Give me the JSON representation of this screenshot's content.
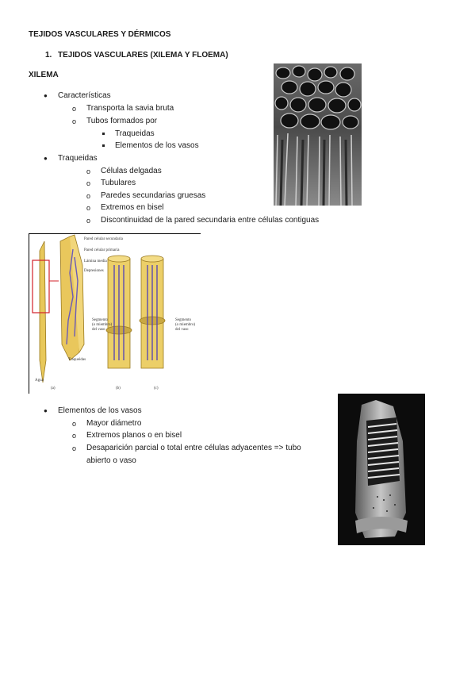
{
  "title": "TEJIDOS VASCULARES Y DÉRMICOS",
  "section1": {
    "number": "1.",
    "label": "TEJIDOS VASCULARES (XILEMA Y FLOEMA)"
  },
  "subsection": "XILEMA",
  "caracteristicas": {
    "label": "Características",
    "items": [
      "Transporta la savia bruta",
      "Tubos formados por"
    ],
    "subitems": [
      "Traqueidas",
      "Elementos de los vasos"
    ]
  },
  "traqueidas": {
    "label": "Traqueidas",
    "items": [
      "Células delgadas",
      "Tubulares",
      "Paredes secundarias gruesas",
      "Extremos en bisel",
      "Discontinuidad de la pared secundaria entre células contiguas"
    ]
  },
  "figure": {
    "labels": [
      "Pared celular secundaria",
      "Pared celular primaria",
      "Lámina media",
      "Depresiones"
    ],
    "traqueidas_label": "Traqueidas",
    "agua_label": "Agua",
    "segmento_label_1": [
      "Segmento",
      "(o miembro)",
      "del vaso"
    ],
    "segmento_label_2": [
      "Segmento",
      "(o miembro)",
      "del vaso"
    ],
    "panel_a": "(a)",
    "panel_b": "(b)",
    "panel_c": "(c)"
  },
  "elementos": {
    "label": "Elementos de los vasos",
    "items": [
      "Mayor diámetro",
      "Extremos planos o en bisel",
      "Desaparición parcial o total entre células adyacentes => tubo"
    ],
    "continuation": "abierto o vaso"
  },
  "bullets": {
    "round": "●",
    "open": "o"
  }
}
